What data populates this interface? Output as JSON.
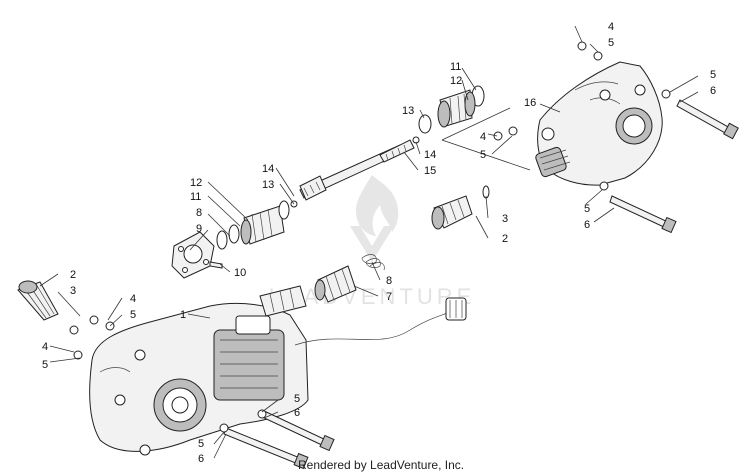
{
  "watermark": {
    "text": "LEADVENTURE"
  },
  "credit": "Rendered by LeadVenture, Inc.",
  "callouts": {
    "c1": "1",
    "c2a": "2",
    "c2b": "2",
    "c3a": "3",
    "c3b": "3",
    "c4a": "4",
    "c4b": "4",
    "c4c": "4",
    "c4d": "4",
    "c5a": "5",
    "c5b": "5",
    "c5c": "5",
    "c5d": "5",
    "c5e": "5",
    "c5f": "5",
    "c5g": "5",
    "c5h": "5",
    "c6a": "6",
    "c6b": "6",
    "c6c": "6",
    "c6d": "6",
    "c7": "7",
    "c8a": "8",
    "c8b": "8",
    "c9": "9",
    "c10": "10",
    "c11a": "11",
    "c11b": "11",
    "c12a": "12",
    "c12b": "12",
    "c13a": "13",
    "c13b": "13",
    "c14a": "14",
    "c14b": "14",
    "c15": "15",
    "c16": "16"
  }
}
